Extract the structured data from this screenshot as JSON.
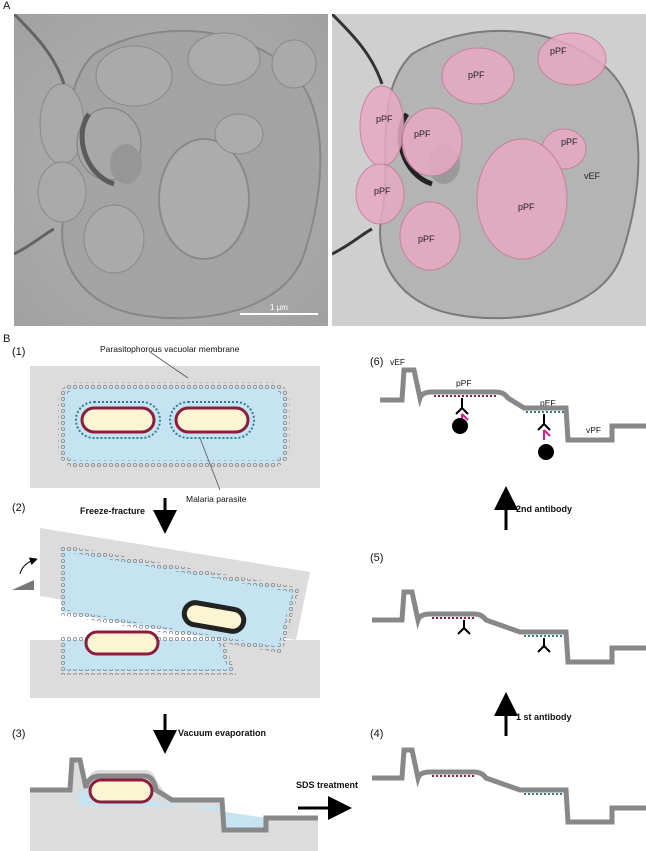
{
  "panel_a": {
    "letter": "A",
    "scale_bar_label": "1 μm",
    "overlay_labels": [
      "pPF",
      "pPF",
      "pPF",
      "pPF",
      "pPF",
      "pPF",
      "pPF",
      "pPF",
      "vEF"
    ]
  },
  "panel_b": {
    "letter": "B",
    "steps": {
      "s1": "(1)",
      "s2": "(2)",
      "s3": "(3)",
      "s4": "(4)",
      "s5": "(5)",
      "s6": "(6)"
    },
    "annotations": {
      "pvm": "Parasitophorous vacuolar membrane",
      "parasite": "Malaria parasite"
    },
    "transitions": {
      "freeze": "Freeze-fracture",
      "vacuum": "Vacuum evaporation",
      "sds": "SDS treatment",
      "first_ab": "1 st antibody",
      "second_ab": "2nd antibody"
    },
    "step6_labels": {
      "vEF_left": "vEF",
      "pPF": "pPF",
      "pEF": "pEF",
      "vPF": "vPF"
    }
  },
  "colors": {
    "pink_overlay": "#e8a9c2",
    "vacuole_blue": "#c6e3f2",
    "parasite_fill": "#fbf5d3",
    "parasite_outline": "#8c1d3c",
    "replica_gray": "#888888",
    "ice_gray": "#d9d9d9",
    "pvm_blue": "#2f7f8c",
    "antibody_magenta": "#e0188c"
  }
}
